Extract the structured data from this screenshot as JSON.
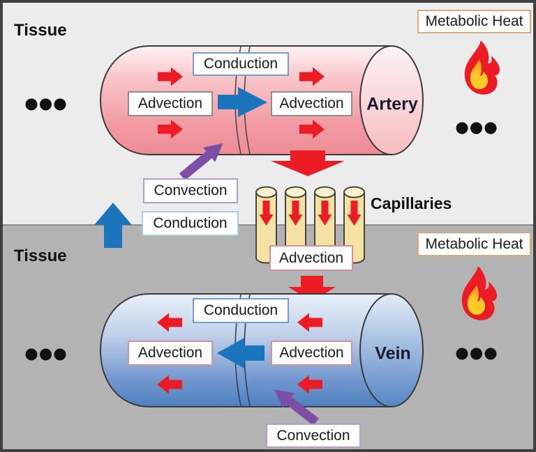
{
  "colors": {
    "background_top": "#ececec",
    "background_bottom": "#b3b3b3",
    "frame_border": "#3f3f3f",
    "red_arrow": "#ed1c24",
    "blue_arrow": "#1b75bc",
    "purple_arrow": "#7d4ea5",
    "artery_fill": "#f4979e",
    "vein_fill": "#4d80c0",
    "capillary_fill": "#f3e2a4",
    "flame_red": "#ed1c24",
    "flame_yellow": "#ffc62b"
  },
  "tissue": {
    "top_label": "Tissue",
    "bottom_label": "Tissue"
  },
  "metabolic": {
    "top_label": "Metabolic Heat",
    "bottom_label": "Metabolic Heat"
  },
  "artery": {
    "name": "Artery",
    "conduction_label": "Conduction",
    "advection_left_label": "Advection",
    "advection_right_label": "Advection"
  },
  "vein": {
    "name": "Vein",
    "conduction_label": "Conduction",
    "advection_left_label": "Advection",
    "advection_right_label": "Advection"
  },
  "capillaries": {
    "name": "Capillaries",
    "advection_label": "Advection"
  },
  "exchange": {
    "convection_top_label": "Convection",
    "conduction_mid_label": "Conduction",
    "convection_bottom_label": "Convection"
  }
}
